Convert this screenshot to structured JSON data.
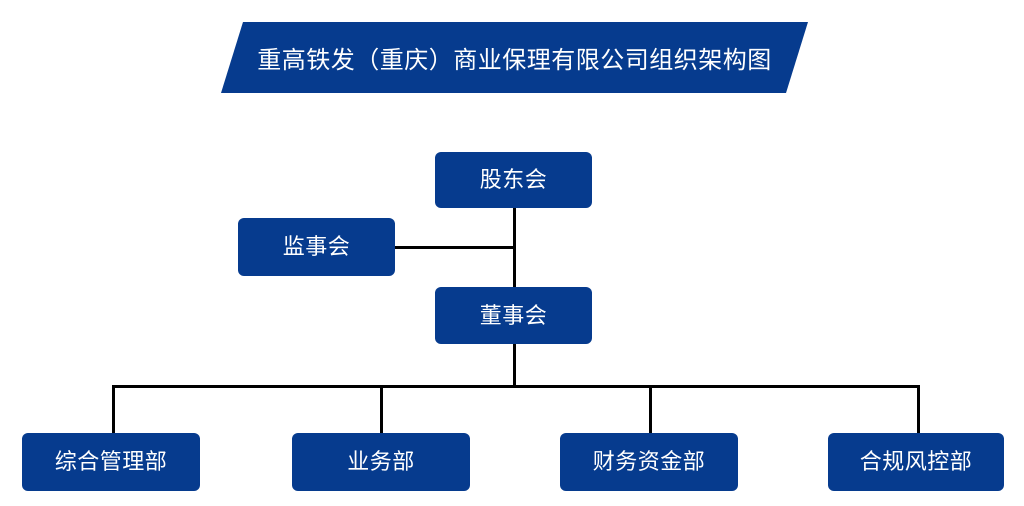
{
  "title": {
    "text": "重高铁发（重庆）商业保理有限公司组织架构图"
  },
  "colors": {
    "node_fill": "#063B8E",
    "node_text": "#FFFFFF",
    "banner_fill": "#063B8E",
    "connector": "#000000",
    "background": "#FFFFFF"
  },
  "chart_data": {
    "type": "org-chart",
    "title": "重高铁发（重庆）商业保理有限公司组织架构图",
    "nodes": [
      {
        "id": "shareholders",
        "label": "股东会",
        "level": 0
      },
      {
        "id": "supervisors",
        "label": "监事会",
        "level": 1
      },
      {
        "id": "directors",
        "label": "董事会",
        "level": 1
      },
      {
        "id": "dept-1",
        "label": "综合管理部",
        "level": 2
      },
      {
        "id": "dept-2",
        "label": "业务部",
        "level": 2
      },
      {
        "id": "dept-3",
        "label": "财务资金部",
        "level": 2
      },
      {
        "id": "dept-4",
        "label": "合规风控部",
        "level": 2
      }
    ],
    "edges": [
      {
        "from": "shareholders",
        "to": "directors"
      },
      {
        "from": "supervisors",
        "to": "shareholders"
      },
      {
        "from": "directors",
        "to": "dept-1"
      },
      {
        "from": "directors",
        "to": "dept-2"
      },
      {
        "from": "directors",
        "to": "dept-3"
      },
      {
        "from": "directors",
        "to": "dept-4"
      }
    ]
  },
  "nodes": {
    "shareholders": {
      "label": "股东会"
    },
    "supervisors": {
      "label": "监事会"
    },
    "directors": {
      "label": "董事会"
    },
    "dept_1": {
      "label": "综合管理部"
    },
    "dept_2": {
      "label": "业务部"
    },
    "dept_3": {
      "label": "财务资金部"
    },
    "dept_4": {
      "label": "合规风控部"
    }
  }
}
